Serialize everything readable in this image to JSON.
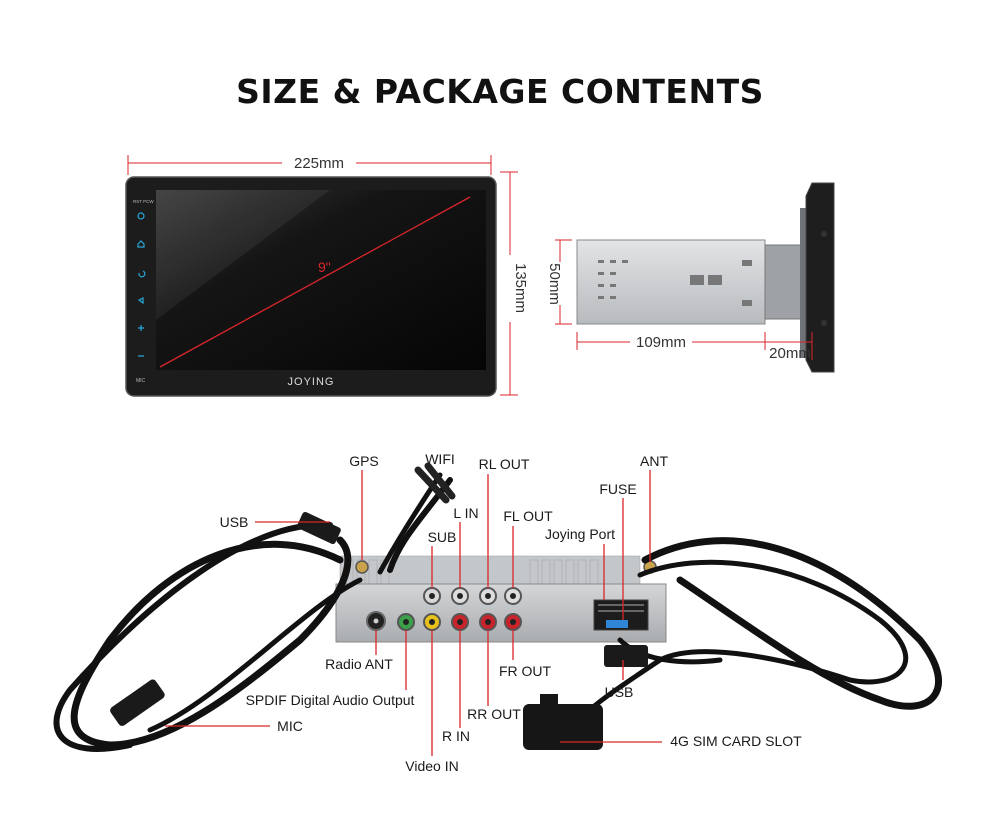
{
  "title": "SIZE & PACKAGE CONTENTS",
  "dimensions": {
    "width": "225mm",
    "height": "135mm",
    "diagonal": "9\"",
    "depth_height": "50mm",
    "chassis_depth": "109mm",
    "bracket": "20mm"
  },
  "unit": {
    "brand": "JOYING",
    "corner_label": "RST PCW",
    "mic_label": "MIC"
  },
  "connectors": {
    "gps": "GPS",
    "wifi": "WIFI",
    "rl_out": "RL OUT",
    "ant": "ANT",
    "fuse": "FUSE",
    "l_in": "L IN",
    "fl_out": "FL OUT",
    "usb_top": "USB",
    "sub": "SUB",
    "joying_port": "Joying Port",
    "radio_ant": "Radio ANT",
    "fr_out": "FR OUT",
    "usb_bottom": "USB",
    "spdif": "SPDIF Digital Audio Output",
    "rr_out": "RR OUT",
    "mic": "MIC",
    "r_in": "R IN",
    "sim_slot": "4G SIM CARD SLOT",
    "video_in": "Video IN"
  },
  "colors": {
    "accent_red": "#d9262b",
    "screen_bezel": "#1c1c1c",
    "chassis": "#c8cacc",
    "cable": "#111111",
    "rca_yellow": "#e8c21a",
    "rca_red": "#c9232b",
    "rca_green": "#3aa04a",
    "rca_white": "#dddddd",
    "fuse_blue": "#2f86d6"
  }
}
